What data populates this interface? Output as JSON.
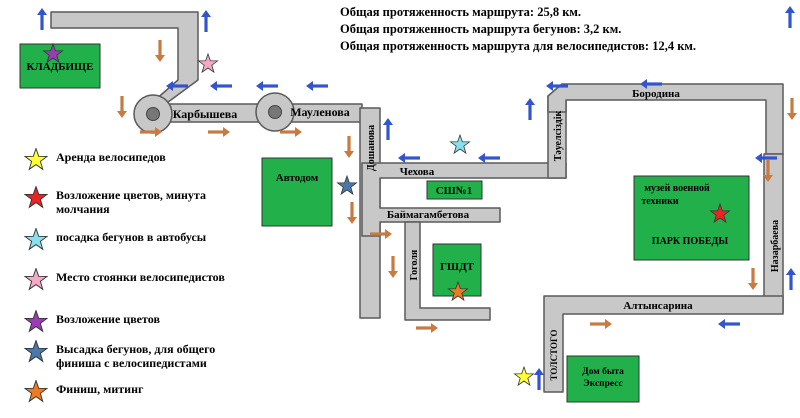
{
  "stats": [
    "Общая протяженность маршрута: 25,8 км.",
    "Общая протяженность маршрута бегунов: 3,2 км.",
    "Общая протяженность маршрута для велосипедистов: 12,4 км."
  ],
  "streets": {
    "karbysheva": "Карбышева",
    "maulenova": "Мауленова",
    "doshanova": "Дошанова",
    "chekhova": "Чехова",
    "baimagambetova": "Баймагамбетова",
    "gogolya": "Гоголя",
    "tauelsizdik": "Тәуелсіздік",
    "borodina": "Бородина",
    "nazarbaeva": "Назарбаева",
    "altynsarina": "Алтынсарина",
    "tolstogo": "ТОЛСТОГО"
  },
  "buildings": {
    "cemetery": "КЛАДБИЩЕ",
    "avtodom": "Автодом",
    "school": "СШ№1",
    "gshdt": "ГШДТ",
    "museum_line1": "музей военной",
    "museum_line2": "техники",
    "park": "ПАРК ПОБЕДЫ",
    "dom_byta_line1": "Дом быта",
    "dom_byta_line2": "Экспресс"
  },
  "legend": [
    {
      "icon": "yellow-star-icon",
      "color": "#ffff33",
      "label": "Аренда велосипедов"
    },
    {
      "icon": "red-star-icon",
      "color": "#ee2222",
      "label": "Возложение цветов, минута молчания"
    },
    {
      "icon": "light-blue-star-icon",
      "color": "#88e0ee",
      "label": "посадка бегунов в автобусы"
    },
    {
      "icon": "pink-star-icon",
      "color": "#f4aac4",
      "label": "Место стоянки велосипедистов"
    },
    {
      "icon": "purple-star-icon",
      "color": "#9a3db5",
      "label": "Возложение цветов"
    },
    {
      "icon": "steel-blue-star-icon",
      "color": "#4a78a8",
      "label": "Высадка бегунов, для общего финиша с велосипедистами"
    },
    {
      "icon": "orange-star-icon",
      "color": "#f07a22",
      "label": "Финиш, митинг"
    }
  ],
  "colors": {
    "road": "#c8c8c8",
    "road_edge": "#5a5a5a",
    "building": "#22b04b",
    "arrow_blue": "#3355cc",
    "arrow_brown": "#c87a40"
  }
}
